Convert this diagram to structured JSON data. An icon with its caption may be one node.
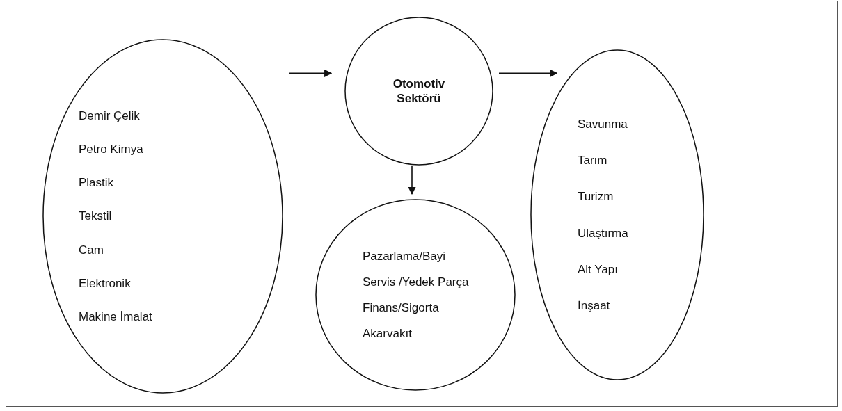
{
  "diagram": {
    "nodes": [
      {
        "text": [
          "Demir Çelik",
          "Petro Kimya",
          "Plastik",
          "Tekstil",
          "Cam",
          "Elektronik",
          "Makine İmalat"
        ]
      },
      {
        "text": [
          "Otomotiv Sektörü"
        ]
      },
      {
        "text": [
          "Savunma",
          "Tarım",
          "Turizm",
          "Ulaştırma",
          "Alt Yapı",
          "İnşaat"
        ]
      },
      {
        "text": [
          "Pazarlama/Bayi",
          "Servis /Yedek Parça",
          "Finans/Sigorta",
          "Akarvakıt"
        ]
      }
    ],
    "edges": [
      {
        "from": 0,
        "to": 1,
        "arrow": "to"
      },
      {
        "from": 1,
        "to": 2,
        "arrow": "to"
      },
      {
        "from": 1,
        "to": 3,
        "arrow": "to"
      }
    ]
  }
}
